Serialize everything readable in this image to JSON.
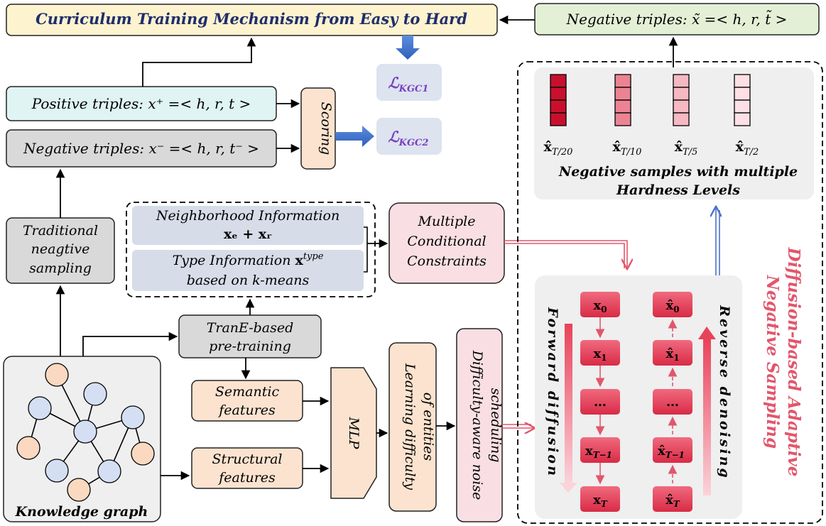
{
  "title": "Curriculum Training Mechanism from Easy to Hard",
  "neg_triples_top": {
    "prefix": "Negative triples: ",
    "formula": "x̃ =< h, r, t̃ >"
  },
  "positive_triples": {
    "prefix": "Positive triples: ",
    "formula": "x⁺ =< h, r, t >"
  },
  "negative_triples": {
    "prefix": "Negative triples: ",
    "formula": "x⁻ =< h, r, t⁻ >"
  },
  "scoring": "Scoring",
  "loss1": {
    "base": "ℒ",
    "sub": "KGC1"
  },
  "loss2": {
    "base": "ℒ",
    "sub": "KGC2"
  },
  "traditional": [
    "Traditional",
    "neagtive",
    "sampling"
  ],
  "neighborhood": {
    "line1": "Neighborhood Information",
    "line2": "𝐱ₑ + 𝐱ᵣ"
  },
  "type_info": {
    "line1": "Type Information",
    "formula": "𝐱",
    "sup": "type",
    "line2": "based on k-means"
  },
  "constraints": [
    "Multiple",
    "Conditional",
    "Constraints"
  ],
  "transe": [
    "TranE-based",
    "pre-training"
  ],
  "semantic": [
    "Semantic",
    "features"
  ],
  "structural": [
    "Structural",
    "features"
  ],
  "mlp": "MLP",
  "learning_difficulty": [
    "Learning difficulty",
    "of entities"
  ],
  "difficulty_scheduling": [
    "Difficulty-aware noise",
    "scheduling"
  ],
  "knowledge_graph": "Knowledge graph",
  "hardness": {
    "labels": [
      "𝐱̂",
      "𝐱̂",
      "𝐱̂",
      "𝐱̂"
    ],
    "subs": [
      "T/20",
      "T/10",
      "T/5",
      "T/2"
    ],
    "caption": [
      "Negative samples with multiple",
      "Hardness Levels"
    ]
  },
  "forward": {
    "label": "Forward diffusion",
    "nodes": [
      "𝐱",
      "𝐱",
      "…",
      "𝐱",
      "𝐱"
    ],
    "subs": [
      "0",
      "1",
      "",
      "T−1",
      "T"
    ]
  },
  "reverse": {
    "label": "Reverse denoising",
    "nodes": [
      "𝐱̂",
      "𝐱̂",
      "…",
      "𝐱̂",
      "𝐱̂"
    ],
    "subs": [
      "0",
      "1",
      "",
      "T−1",
      "T"
    ]
  },
  "side_title": [
    "Diffusion-based Adaptive",
    "Negative Sampling"
  ],
  "colors": {
    "title_bg": "#fdf3cf",
    "title_text": "#1f2d6b",
    "top_neg_bg": "#e3f0d6",
    "pos_bg": "#dff4f3",
    "neg_bg": "#d9d9d9",
    "orange_bg": "#fbe3cf",
    "pink_bg": "#f9dfe4",
    "info_bg": "#d6dde9",
    "loss_bg": "#dde3ef",
    "loss_text": "#7a3fbf",
    "panel_bg": "#efefef",
    "side_text": "#e2566c",
    "node_red": "#e8425a",
    "node_blue": "#d5dff4",
    "node_orange": "#fbd9c0"
  }
}
